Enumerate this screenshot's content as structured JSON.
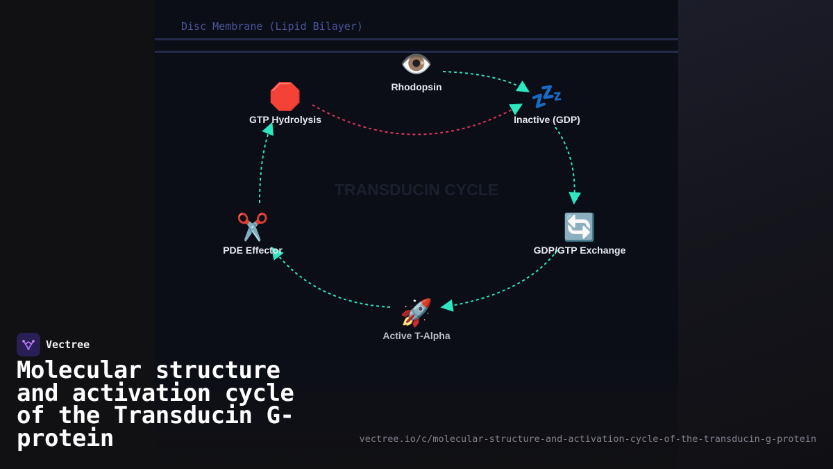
{
  "diagram": {
    "membrane_label": "Disc Membrane (Lipid Bilayer)",
    "watermark": "TRANSDUCIN CYCLE",
    "nodes": [
      {
        "id": "rhodopsin",
        "icon": "👁️",
        "icon_name": "eye-icon",
        "label": "Rhodopsin"
      },
      {
        "id": "inactive",
        "icon": "💤",
        "icon_name": "zzz-icon",
        "label": "Inactive (GDP)"
      },
      {
        "id": "exchange",
        "icon": "🔄",
        "icon_name": "cycle-arrows-icon",
        "label": "GDP/GTP Exchange"
      },
      {
        "id": "active",
        "icon": "🚀",
        "icon_name": "rocket-icon",
        "label": "Active T-Alpha"
      },
      {
        "id": "pde",
        "icon": "✂️",
        "icon_name": "scissors-icon",
        "label": "PDE Effector"
      },
      {
        "id": "hydrolysis",
        "icon": "🛑",
        "icon_name": "stop-sign-icon",
        "label": "GTP Hydrolysis"
      }
    ],
    "edges": [
      {
        "from": "rhodopsin",
        "to": "inactive",
        "color": "#2ee6c0"
      },
      {
        "from": "inactive",
        "to": "exchange",
        "color": "#2ee6c0"
      },
      {
        "from": "exchange",
        "to": "active",
        "color": "#2ee6c0"
      },
      {
        "from": "active",
        "to": "pde",
        "color": "#2ee6c0"
      },
      {
        "from": "pde",
        "to": "hydrolysis",
        "color": "#2ee6c0"
      },
      {
        "from": "hydrolysis",
        "to": "inactive",
        "color": "#e0375c"
      }
    ]
  },
  "branding": {
    "name": "Vectree",
    "title": "Molecular structure and activation cycle of the Transducin G-protein",
    "url": "vectree.io/c/molecular-structure-and-activation-cycle-of-the-transducin-g-protein"
  }
}
